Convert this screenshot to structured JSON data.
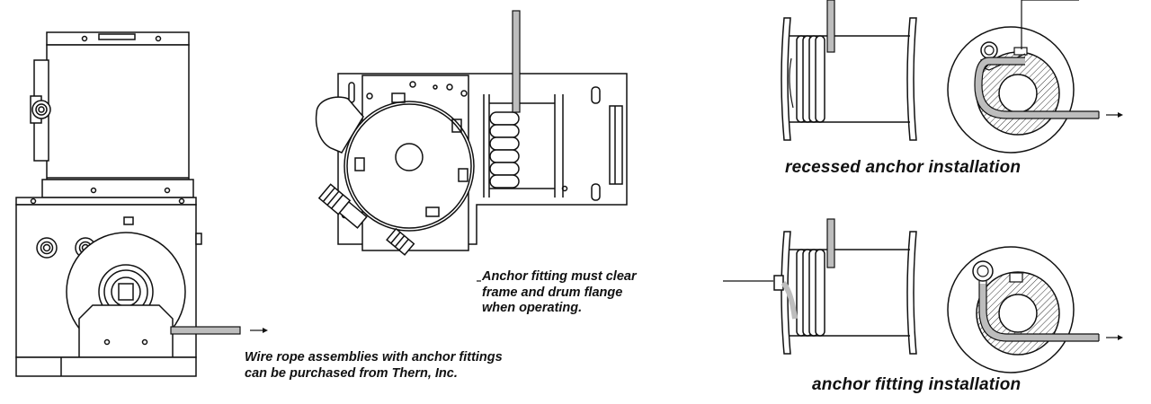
{
  "labels": {
    "recessed": "recessed anchor installation",
    "fitting": "anchor fitting installation",
    "anchor_note": [
      "Anchor fitting must clear",
      "frame and drum flange",
      "when operating."
    ],
    "wire_note": [
      "Wire rope assemblies with anchor fittings",
      "can be purchased from Thern, Inc."
    ]
  },
  "colors": {
    "line": "#111111",
    "rope": "#bdbdbd",
    "hatch": "#333333"
  }
}
